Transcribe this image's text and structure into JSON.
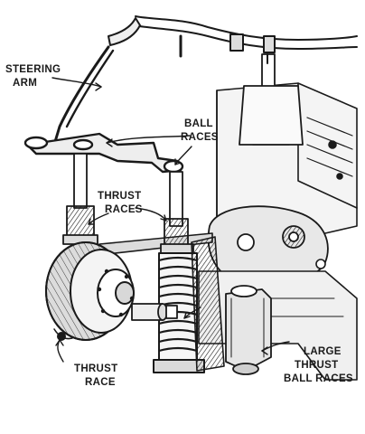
{
  "labels": {
    "steering_arm": [
      "STEERING",
      "ARM"
    ],
    "ball_races": [
      "BALL",
      "RACES"
    ],
    "thrust_races": [
      "THRUST",
      "RACES"
    ],
    "thrust_race": [
      "THRUST",
      "RACE"
    ],
    "large_thrust_ball_races": [
      "LARGE",
      "THRUST",
      "BALL RACES"
    ]
  },
  "colors": {
    "ink": "#1a1a1a",
    "paper": "#ffffff",
    "shade": "#cfcfcf"
  }
}
